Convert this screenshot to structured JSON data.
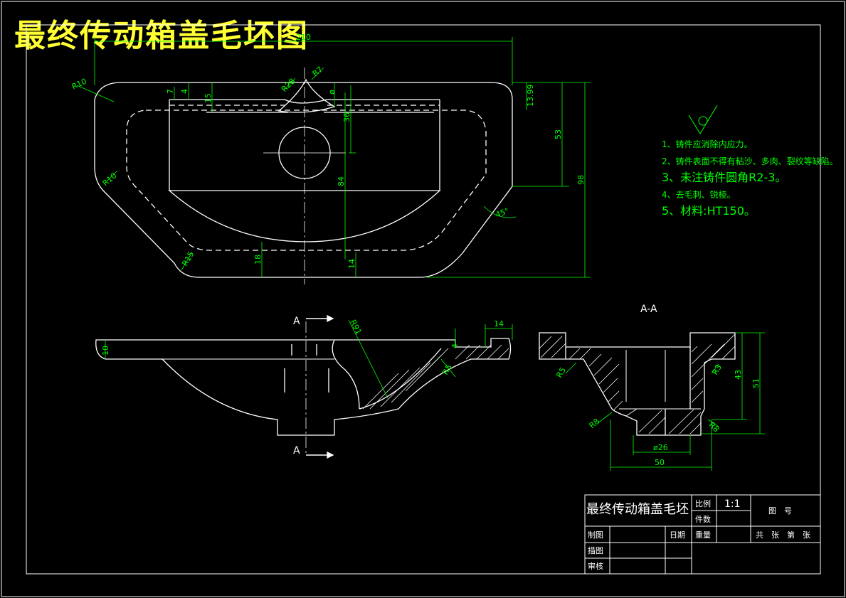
{
  "header": {
    "title": "最终传动箱盖毛坯图"
  },
  "notes": [
    "1、铸件应消除内应力。",
    "2、铸件表面不得有粘沙、多肉、裂纹等缺陷。",
    "3、未注铸件圆角R2-3。",
    "4、去毛刺、锐棱。",
    "5、材料:HT150。"
  ],
  "section": {
    "title": "A-A",
    "mark": "A"
  },
  "dims_top": {
    "d210": "210",
    "r10a": "R10",
    "r10b": "R10",
    "r15": "R15",
    "r28": "R28",
    "r7": "R7",
    "d7": "7",
    "d4": "4",
    "d15": "15",
    "dphi": "ø",
    "d36": "36",
    "d84": "84",
    "d18": "18",
    "d14": "14",
    "d1399": "13.99",
    "d53": "53",
    "d98": "98",
    "a45": "45°"
  },
  "dims_front": {
    "r91": "R91",
    "d14": "14",
    "d4": "4",
    "d10": "10",
    "r5": "R5"
  },
  "dims_section": {
    "r5": "R5",
    "r3": "R3",
    "r8a": "R8",
    "r8b": "R8",
    "d43": "43",
    "d51": "51",
    "phi26": "ø26",
    "d50": "50"
  },
  "title_block": {
    "part_name": "最终传动箱盖毛坯",
    "scale_label": "比例",
    "scale_value": "1:1",
    "qty_label": "件数",
    "drawing_no_label": "图　号",
    "drawn_label": "制图",
    "date_label": "日期",
    "weight_label": "重量",
    "sheets_label": "共　张　第　张",
    "traced_label": "描图",
    "checked_label": "审核"
  }
}
